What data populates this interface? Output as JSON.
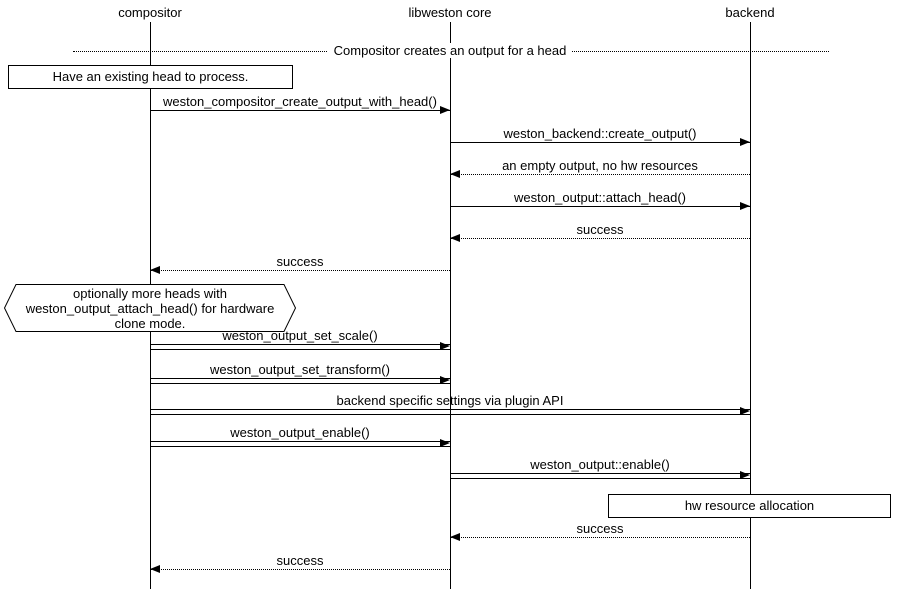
{
  "diagram": {
    "title": "Compositor creates an output for a head",
    "actors": [
      {
        "label": "compositor"
      },
      {
        "label": "libweston core"
      },
      {
        "label": "backend"
      }
    ],
    "notes": [
      {
        "label": "Have an existing head to process.",
        "on": "compositor"
      },
      {
        "label": "optionally more heads with weston_output_attach_head() for hardware clone mode.",
        "on": "compositor"
      },
      {
        "label": "hw resource allocation",
        "on": "backend"
      }
    ],
    "messages": [
      {
        "label": "weston_compositor_create_output_with_head()",
        "from": "compositor",
        "to": "libweston core",
        "style": "solid"
      },
      {
        "label": "weston_backend::create_output()",
        "from": "libweston core",
        "to": "backend",
        "style": "solid"
      },
      {
        "label": "an empty output, no hw resources",
        "from": "backend",
        "to": "libweston core",
        "style": "dashed"
      },
      {
        "label": "weston_output::attach_head()",
        "from": "libweston core",
        "to": "backend",
        "style": "solid"
      },
      {
        "label": "success",
        "from": "backend",
        "to": "libweston core",
        "style": "dashed"
      },
      {
        "label": "success",
        "from": "libweston core",
        "to": "compositor",
        "style": "dashed"
      },
      {
        "label": "weston_output_set_scale()",
        "from": "compositor",
        "to": "libweston core",
        "style": "double"
      },
      {
        "label": "weston_output_set_transform()",
        "from": "compositor",
        "to": "libweston core",
        "style": "double"
      },
      {
        "label": "backend specific settings via plugin API",
        "from": "compositor",
        "to": "backend",
        "style": "double"
      },
      {
        "label": "weston_output_enable()",
        "from": "compositor",
        "to": "libweston core",
        "style": "double"
      },
      {
        "label": "weston_output::enable()",
        "from": "libweston core",
        "to": "backend",
        "style": "double"
      },
      {
        "label": "success",
        "from": "backend",
        "to": "libweston core",
        "style": "dashed"
      },
      {
        "label": "success",
        "from": "libweston core",
        "to": "compositor",
        "style": "dashed"
      }
    ]
  },
  "colors": {
    "line": "#000000",
    "background": "#ffffff",
    "text": "#000000"
  }
}
